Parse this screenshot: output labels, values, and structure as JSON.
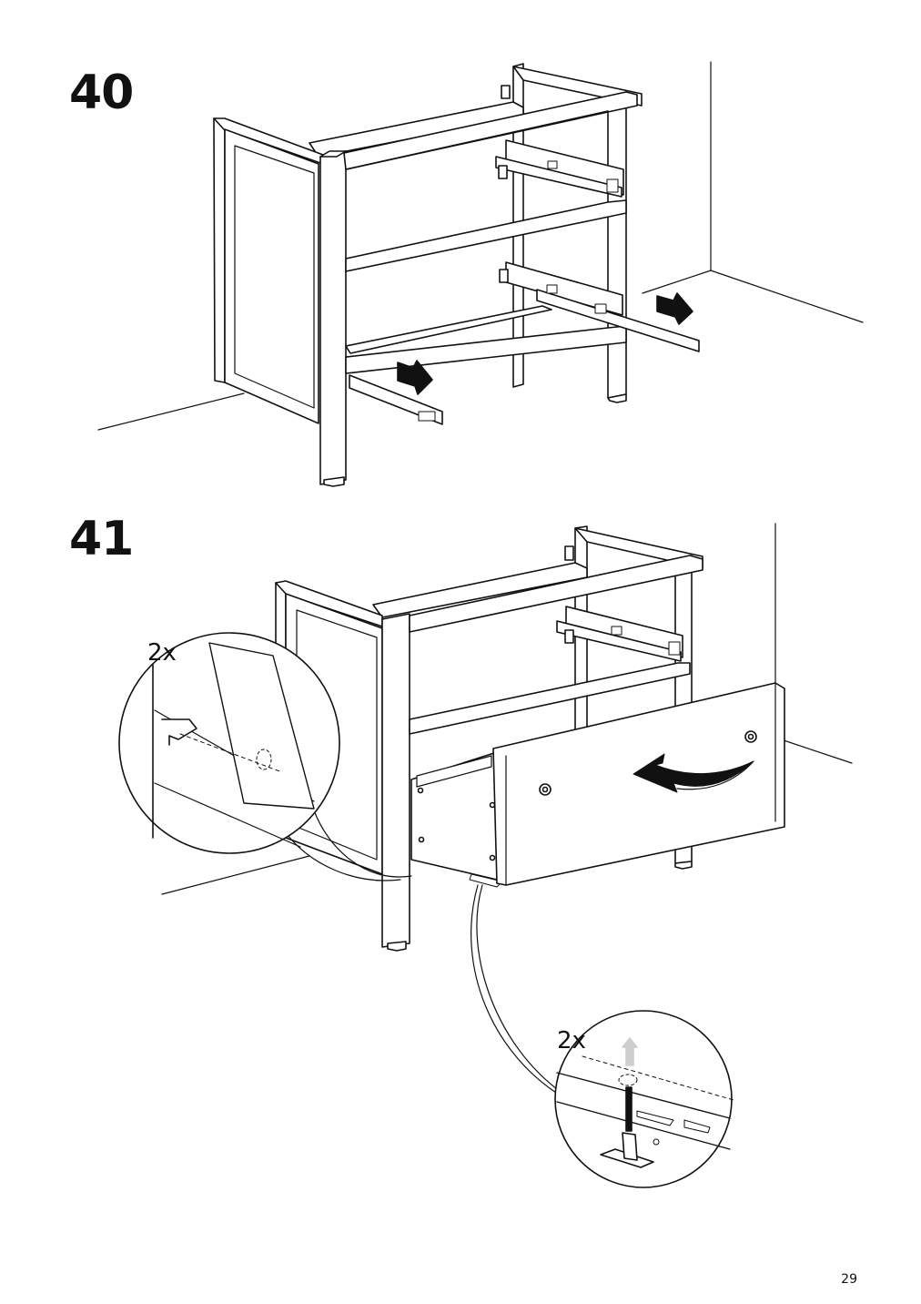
{
  "page": {
    "page_number": "29"
  },
  "steps": [
    {
      "number": "40",
      "arrow_color": "#111111"
    },
    {
      "number": "41",
      "detail_left": {
        "quantity": "2x"
      },
      "detail_bottom": {
        "quantity": "2x"
      },
      "arrow_color": "#111111"
    }
  ]
}
